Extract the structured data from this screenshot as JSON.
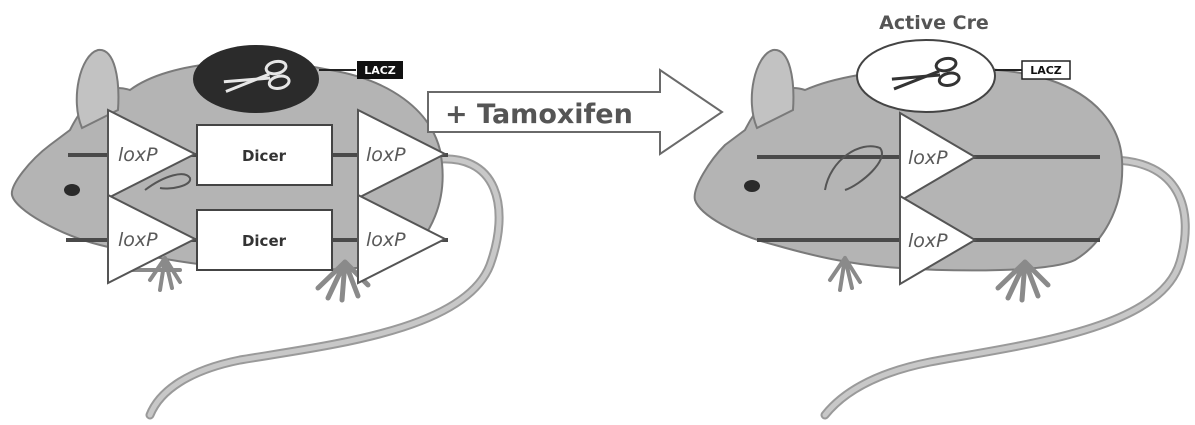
{
  "labels": {
    "loxp": "loxP",
    "dicer": "Dicer",
    "lacz": "LACZ",
    "treatment": "+ Tamoxifen",
    "active_cre": "Active Cre"
  },
  "colors": {
    "mouse_body": "#b4b4b4",
    "mouse_outline": "#7a7a7a",
    "dark_line": "#4a4a4a",
    "cre_inactive": "#2b2b2b",
    "cre_active": "#ffffff",
    "background": "#ffffff"
  },
  "icons": {
    "cre_enzyme": "scissors-icon",
    "mouse": "mouse-illustration"
  }
}
